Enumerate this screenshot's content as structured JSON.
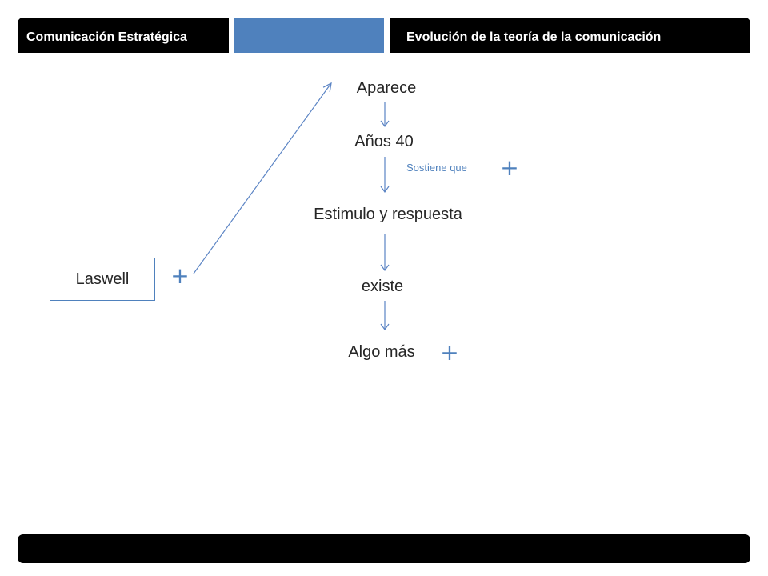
{
  "header": {
    "left_title": "Comunicación Estratégica",
    "right_title": "Evolución de la teoría de la comunicación"
  },
  "colors": {
    "accent": "#4f81bd",
    "bar": "#000000",
    "text": "#262626"
  },
  "diagram": {
    "nodes": {
      "aparece": "Aparece",
      "anos40": "Años 40",
      "estimulo": "Estimulo y respuesta",
      "existe": "existe",
      "algo_mas": "Algo más",
      "laswell": "Laswell"
    },
    "edge_label": "Sostiene que",
    "plus_signs": [
      "+",
      "+",
      "+"
    ]
  }
}
